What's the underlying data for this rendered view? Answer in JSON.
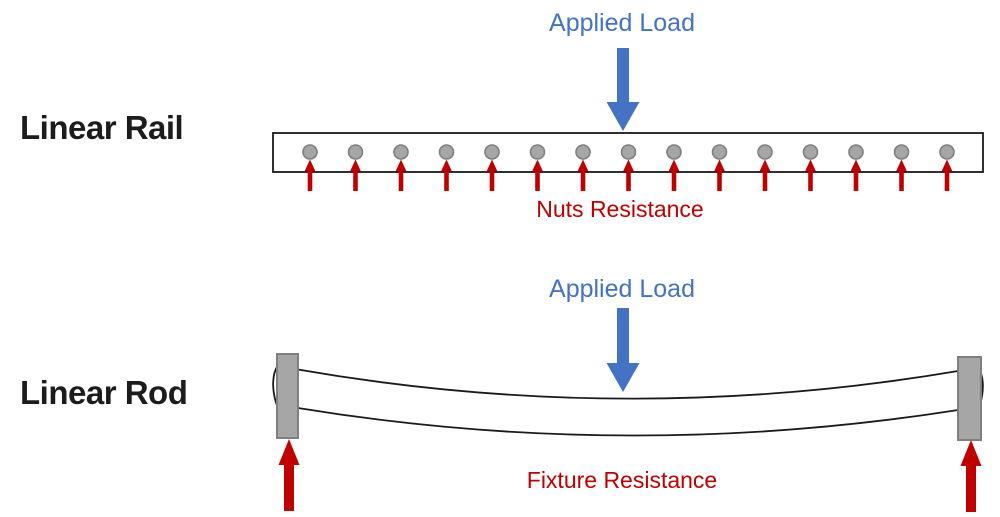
{
  "colors": {
    "applied_load_blue": "#4472C4",
    "resistance_red": "#C00000",
    "nut_fill": "#A6A6A6",
    "nut_stroke": "#7F7F7F",
    "fixture_fill": "#A6A6A6",
    "fixture_stroke": "#7F7F7F",
    "outline_black": "#1A1A1A"
  },
  "rail_section": {
    "label": "Linear Rail",
    "applied_load_label": "Applied Load",
    "resistance_label": "Nuts Resistance",
    "nut_count": 15
  },
  "rod_section": {
    "label": "Linear Rod",
    "applied_load_label": "Applied Load",
    "resistance_label": "Fixture Resistance"
  }
}
